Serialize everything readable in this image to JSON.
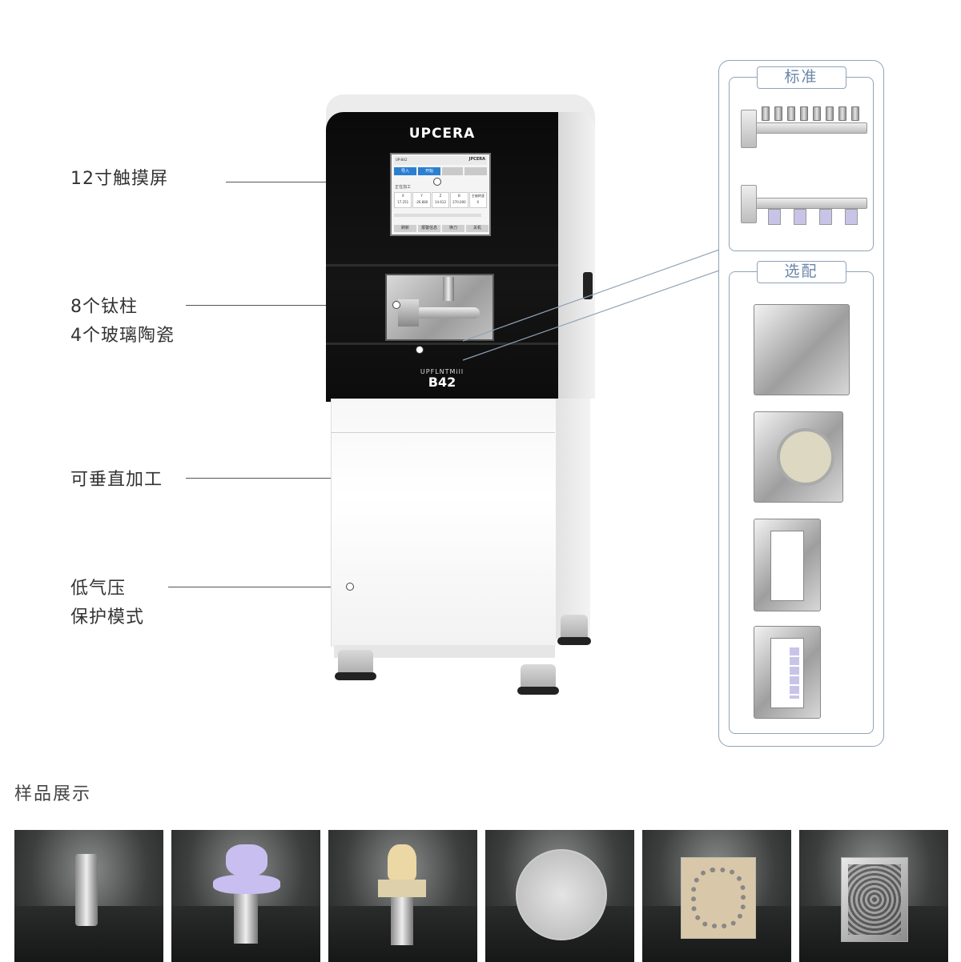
{
  "machine": {
    "brand": "UPCERA",
    "model_line": "UPFLNTMill",
    "model": "B42",
    "screen": {
      "header_left": "UP-B42",
      "header_right": "JPCERA",
      "btn_import": "导入",
      "btn_start": "开始",
      "section": "正在加工",
      "axes": [
        {
          "label": "X",
          "value": "17.251"
        },
        {
          "label": "Y",
          "value": "-26.880"
        },
        {
          "label": "Z",
          "value": "14.612"
        },
        {
          "label": "B",
          "value": "270.000"
        },
        {
          "label": "主轴转速",
          "value": "0"
        }
      ],
      "footer": [
        "刷新",
        "报警信息",
        "换刀",
        "关机"
      ]
    }
  },
  "features": {
    "touchscreen": "12寸触摸屏",
    "posts_line1": "8个钛柱",
    "posts_line2": "4个玻璃陶瓷",
    "vertical": "可垂直加工",
    "pressure_line1": "低气压",
    "pressure_line2": "保护模式"
  },
  "panel": {
    "standard_label": "标准",
    "optional_label": "选配"
  },
  "samples": {
    "title": "样品展示",
    "items": [
      "titanium-abutment",
      "pink-abutment",
      "ceramic-crown-abutment",
      "milled-disc",
      "milled-block",
      "metal-frame-block"
    ]
  },
  "colors": {
    "panel_border": "#8fa3b8",
    "panel_label": "#6b86a8",
    "screen_button": "#2b7fd1"
  }
}
